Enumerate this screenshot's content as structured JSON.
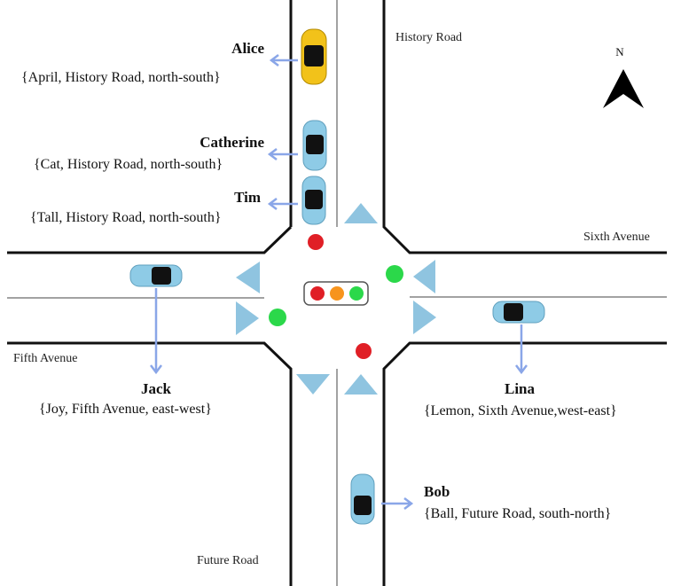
{
  "roads": {
    "history_road": "History Road",
    "sixth_avenue": "Sixth Avenue",
    "fifth_avenue": "Fifth Avenue",
    "future_road": "Future Road"
  },
  "compass": {
    "label": "N"
  },
  "vehicles": [
    {
      "id": "alice",
      "name": "Alice",
      "info": "{April, History Road, north-south}",
      "car_color": "#f2c21a"
    },
    {
      "id": "catherine",
      "name": "Catherine",
      "info": "{Cat, History Road, north-south}",
      "car_color": "#8ecbe6"
    },
    {
      "id": "tim",
      "name": "Tim",
      "info": "{Tall, History Road, north-south}",
      "car_color": "#8ecbe6"
    },
    {
      "id": "jack",
      "name": "Jack",
      "info": "{Joy, Fifth Avenue, east-west}",
      "car_color": "#8ecbe6"
    },
    {
      "id": "lina",
      "name": "Lina",
      "info": "{Lemon, Sixth Avenue,west-east}",
      "car_color": "#8ecbe6"
    },
    {
      "id": "bob",
      "name": "Bob",
      "info": "{Ball, Future Road, south-north}",
      "car_color": "#8ecbe6"
    }
  ],
  "colors": {
    "road_line": "#111111",
    "arrow": "#8fc4e0",
    "pointer": "#8aa6e8",
    "light_red": "#e01f26",
    "light_orange": "#f7941d",
    "light_green": "#2bd84a"
  }
}
